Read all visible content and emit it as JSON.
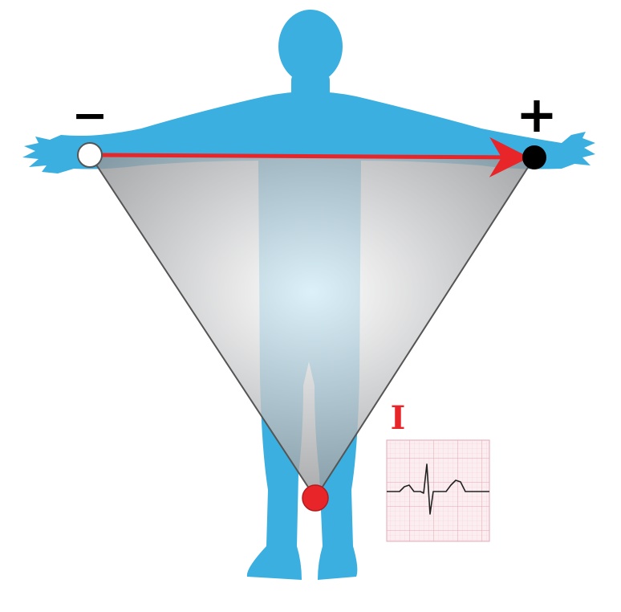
{
  "diagram": {
    "negative_sign": "−",
    "positive_sign": "+",
    "lead_label": "I",
    "colors": {
      "body": "#3aafe0",
      "triangle_dark": "#8d8f92",
      "triangle_light": "#ffffff",
      "lead_vector": "#e8262a",
      "electrode_negative": "#ffffff",
      "electrode_positive": "#000000",
      "electrode_ground": "#e8262a",
      "ecg_grid": "#f3b8c6",
      "ecg_trace": "#222222"
    },
    "icons": [
      "human-body-silhouette",
      "einthoven-triangle",
      "lead-vector-arrow",
      "ecg-strip"
    ]
  }
}
